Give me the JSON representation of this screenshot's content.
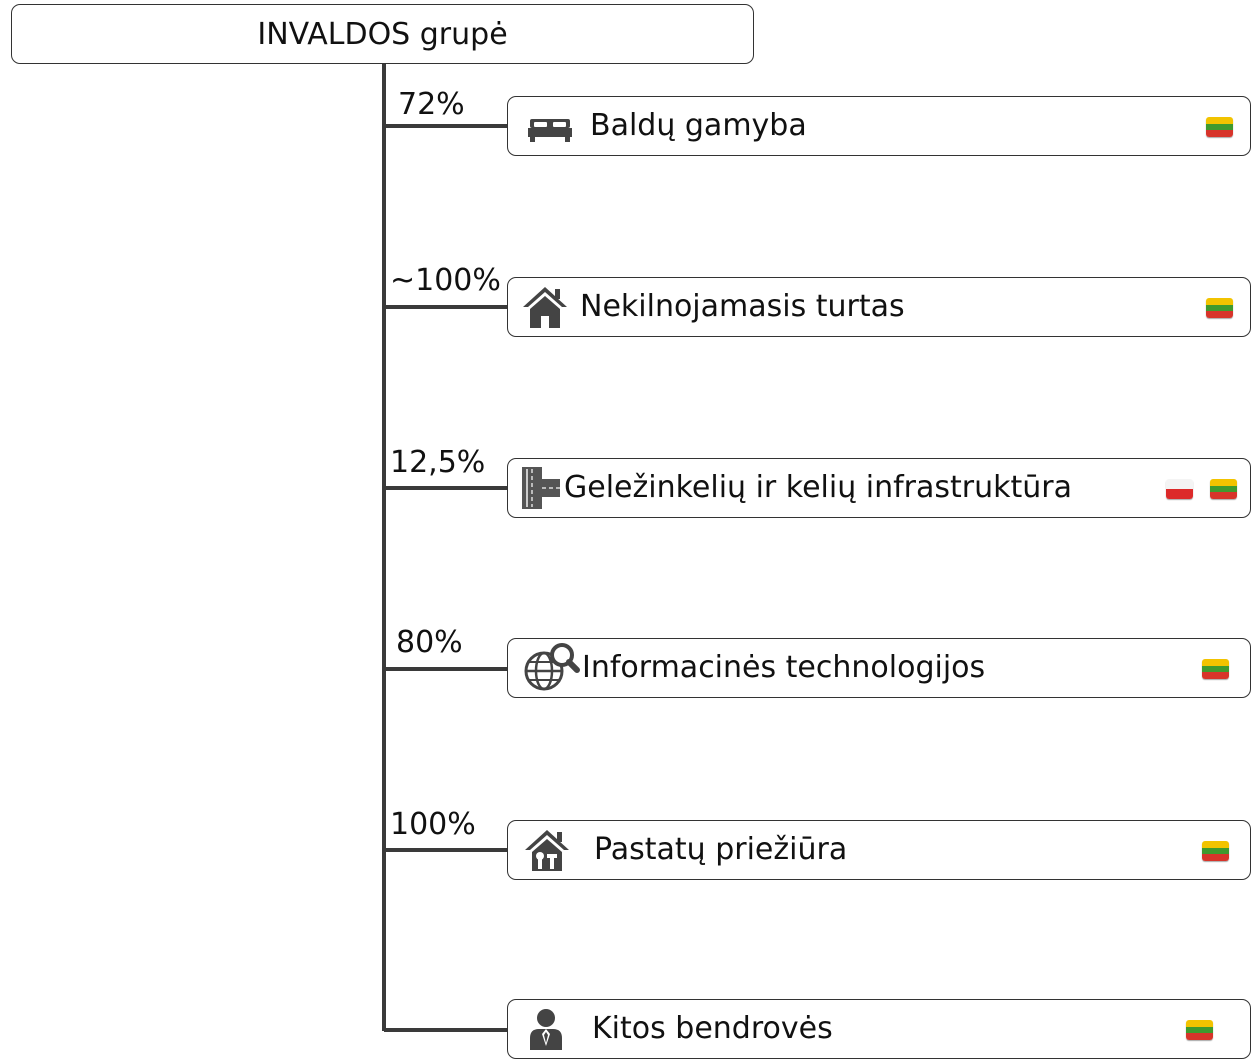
{
  "root": {
    "label": "INVALDOS grupė"
  },
  "branches": [
    {
      "percent": "72%",
      "label": "Baldų gamyba",
      "icon": "bed-icon",
      "flags": [
        "lt"
      ]
    },
    {
      "percent": "~100%",
      "label": "Nekilnojamasis turtas",
      "icon": "house-icon",
      "flags": [
        "lt"
      ]
    },
    {
      "percent": "12,5%",
      "label": "Geležinkelių ir kelių infrastruktūra",
      "icon": "road-junction-icon",
      "flags": [
        "pl",
        "lt"
      ]
    },
    {
      "percent": "80%",
      "label": "Informacinės technologijos",
      "icon": "globe-search-icon",
      "flags": [
        "lt"
      ]
    },
    {
      "percent": "100%",
      "label": "Pastatų priežiūra",
      "icon": "house-tools-icon",
      "flags": [
        "lt"
      ]
    },
    {
      "percent": "",
      "label": "Kitos bendrovės",
      "icon": "businessman-icon",
      "flags": [
        "lt"
      ]
    }
  ],
  "colors": {
    "lt_yellow": "#f2c300",
    "lt_green": "#3f9a2e",
    "lt_red": "#d7342a",
    "pl_white": "#f4f4f4",
    "pl_red": "#dc2a2a",
    "line": "#3a3a3a",
    "icon": "#444444"
  }
}
